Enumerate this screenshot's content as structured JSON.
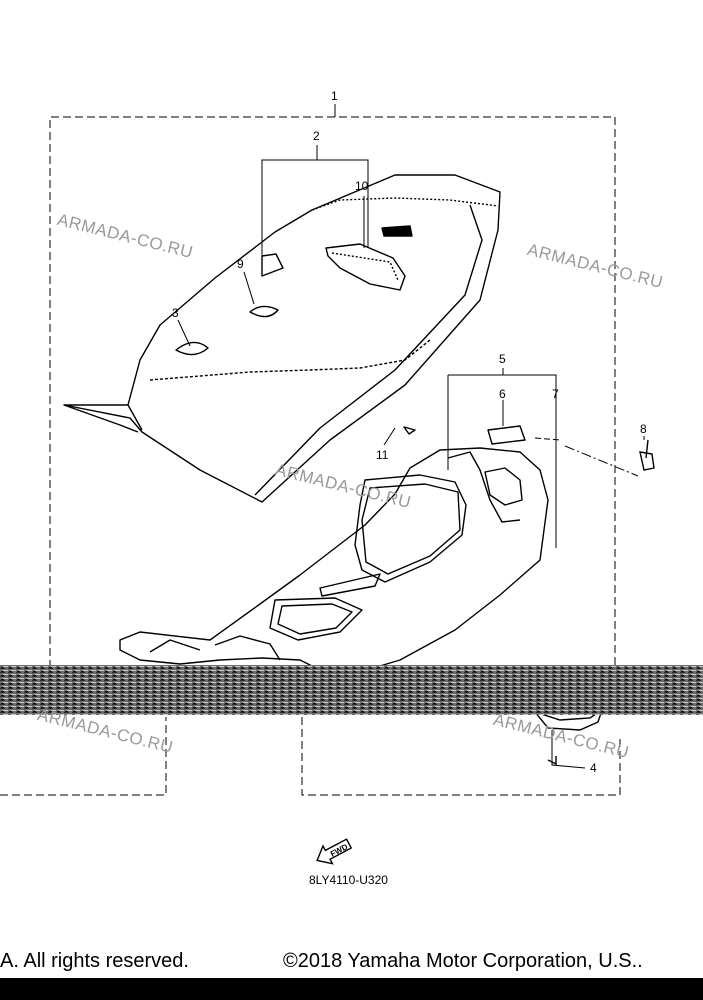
{
  "watermark": "ARMADA-CO.RU",
  "callouts": [
    "1",
    "2",
    "3",
    "4",
    "5",
    "6",
    "7",
    "8",
    "9",
    "10",
    "11"
  ],
  "direction_label": "FWD",
  "diagram_code": "8LY4110-U320",
  "copyright_left": "A. All rights reserved.",
  "copyright_right": "©2018 Yamaha Motor Corporation, U.S.."
}
